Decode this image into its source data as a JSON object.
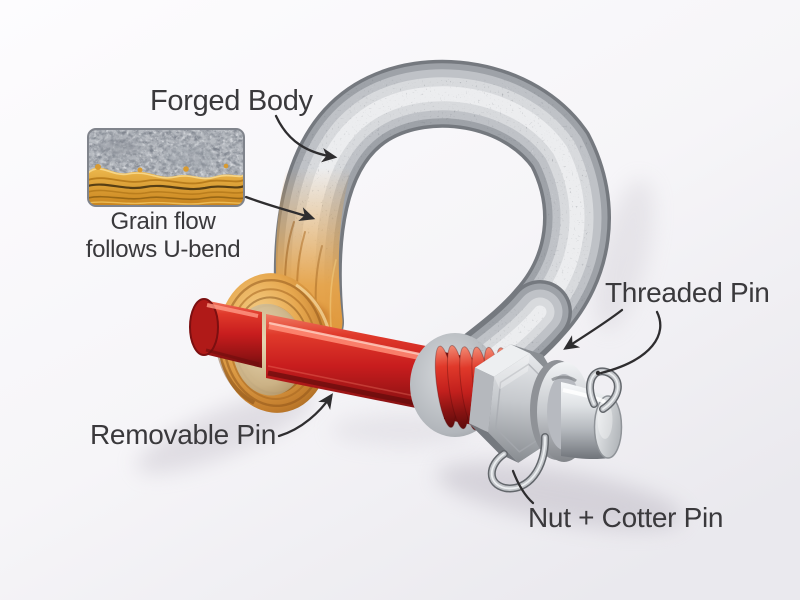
{
  "figure": {
    "labels": {
      "forged_body": "Forged Body",
      "grain_flow_caption": "Grain flow follows U-bend",
      "removable_pin": "Removable Pin",
      "threaded_pin": "Threaded Pin",
      "nut_cotter_pin": "Nut + Cotter Pin"
    },
    "colors": {
      "background": "#f6f5f7",
      "body_metal_gray": "#b4b8bd",
      "grain_flow_orange": "#e0a04a",
      "pin_red": "#cf2127",
      "hardware_silver": "#d6d8db",
      "label_text": "#3a393c"
    }
  }
}
